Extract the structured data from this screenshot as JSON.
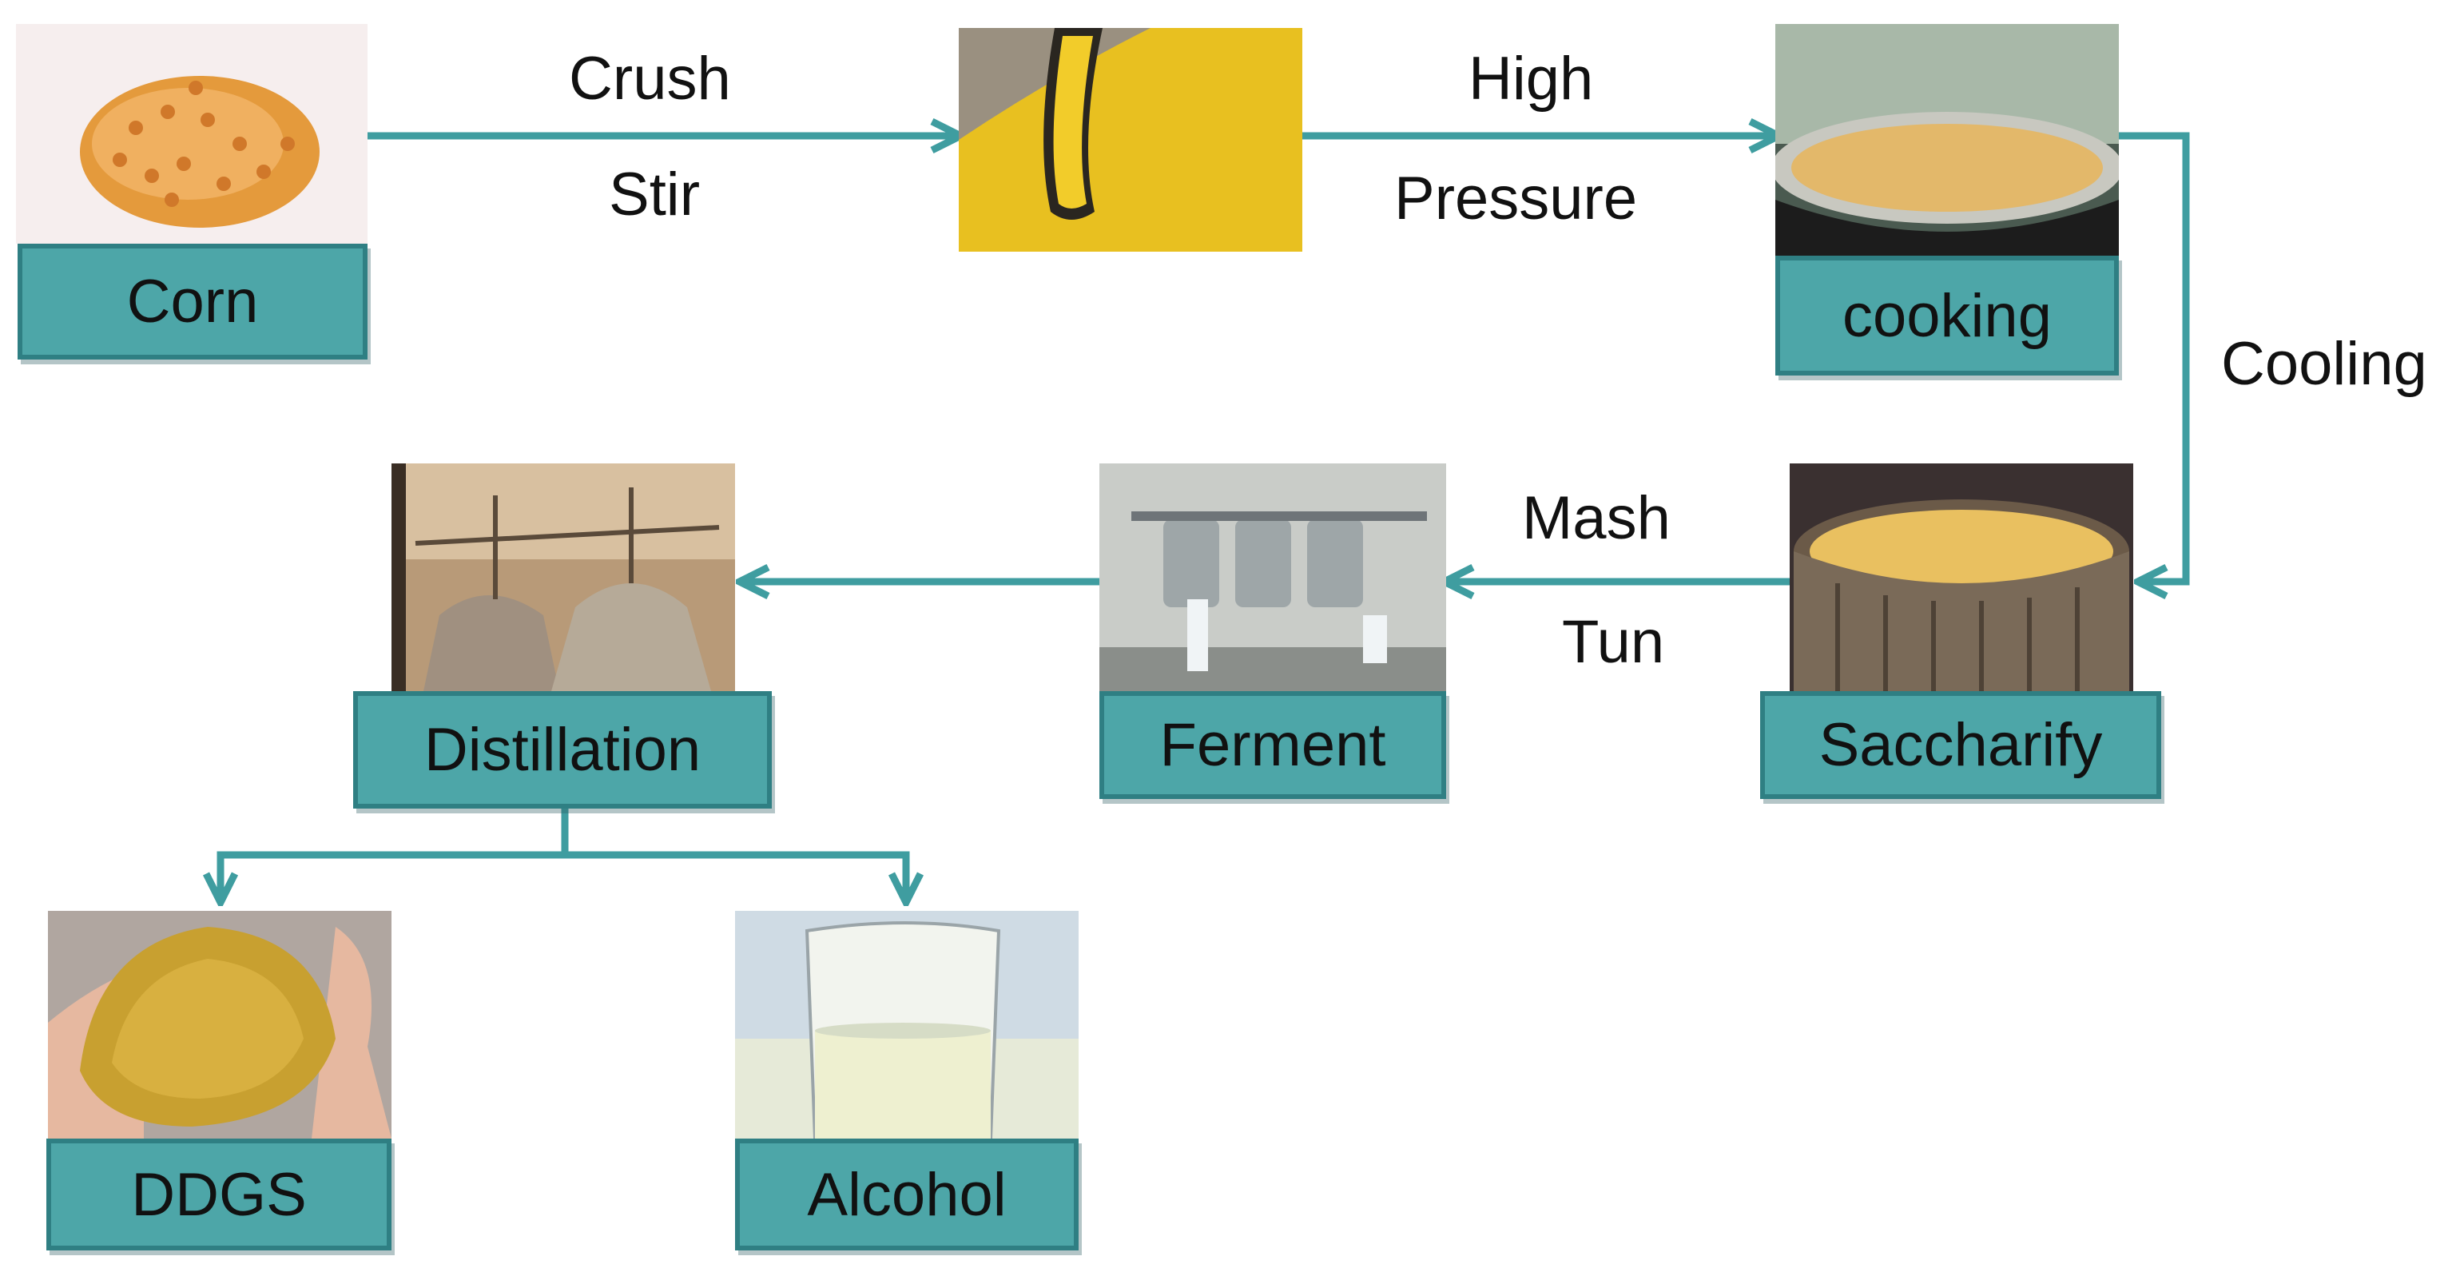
{
  "nodes": {
    "corn": "Corn",
    "cooking": "cooking",
    "saccharify": "Saccharify",
    "ferment": "Ferment",
    "distillation": "Distillation",
    "ddgs": "DDGS",
    "alcohol": "Alcohol"
  },
  "edges": {
    "crush": "Crush",
    "stir": "Stir",
    "high": "High",
    "pressure": "Pressure",
    "cooling": "Cooling",
    "mash": "Mash",
    "tun": "Tun"
  },
  "colors": {
    "box_fill": "#4da6a8",
    "box_border": "#2f7f83",
    "arrow": "#3f9da0"
  },
  "photos": {
    "corn": "corn-kernels-photo",
    "crushed": "crushed-corn-scoop-photo",
    "cooking": "cooking-vat-photo",
    "saccharify": "wooden-vat-photo",
    "ferment": "fermentation-tanks-photo",
    "distillation": "distillation-still-photo",
    "ddgs": "ddgs-hand-photo",
    "alcohol": "alcohol-glass-photo"
  }
}
